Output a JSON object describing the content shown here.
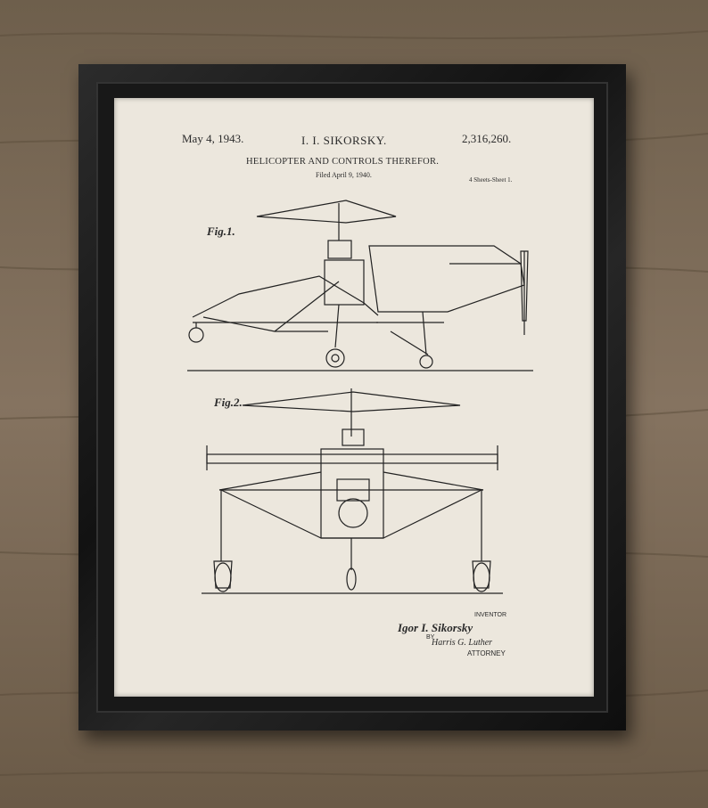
{
  "patent": {
    "date": "May 4, 1943.",
    "number": "2,316,260.",
    "inventor_name": "I. I. SIKORSKY.",
    "title": "HELICOPTER AND CONTROLS THEREFOR.",
    "filed": "Filed April 9, 1940.",
    "sheets": "4 Sheets-Sheet 1.",
    "fig1": "Fig.1.",
    "fig2": "Fig.2.",
    "inventor_label": "INVENTOR",
    "inventor_signature": "Igor I. Sikorsky",
    "by": "BY",
    "attorney_signature": "Harris G. Luther",
    "attorney_label": "ATTORNEY"
  },
  "colors": {
    "paper": "#ece7dd",
    "frame": "#1a1a1a",
    "ink": "#222222",
    "wood": "#7a6a55"
  }
}
